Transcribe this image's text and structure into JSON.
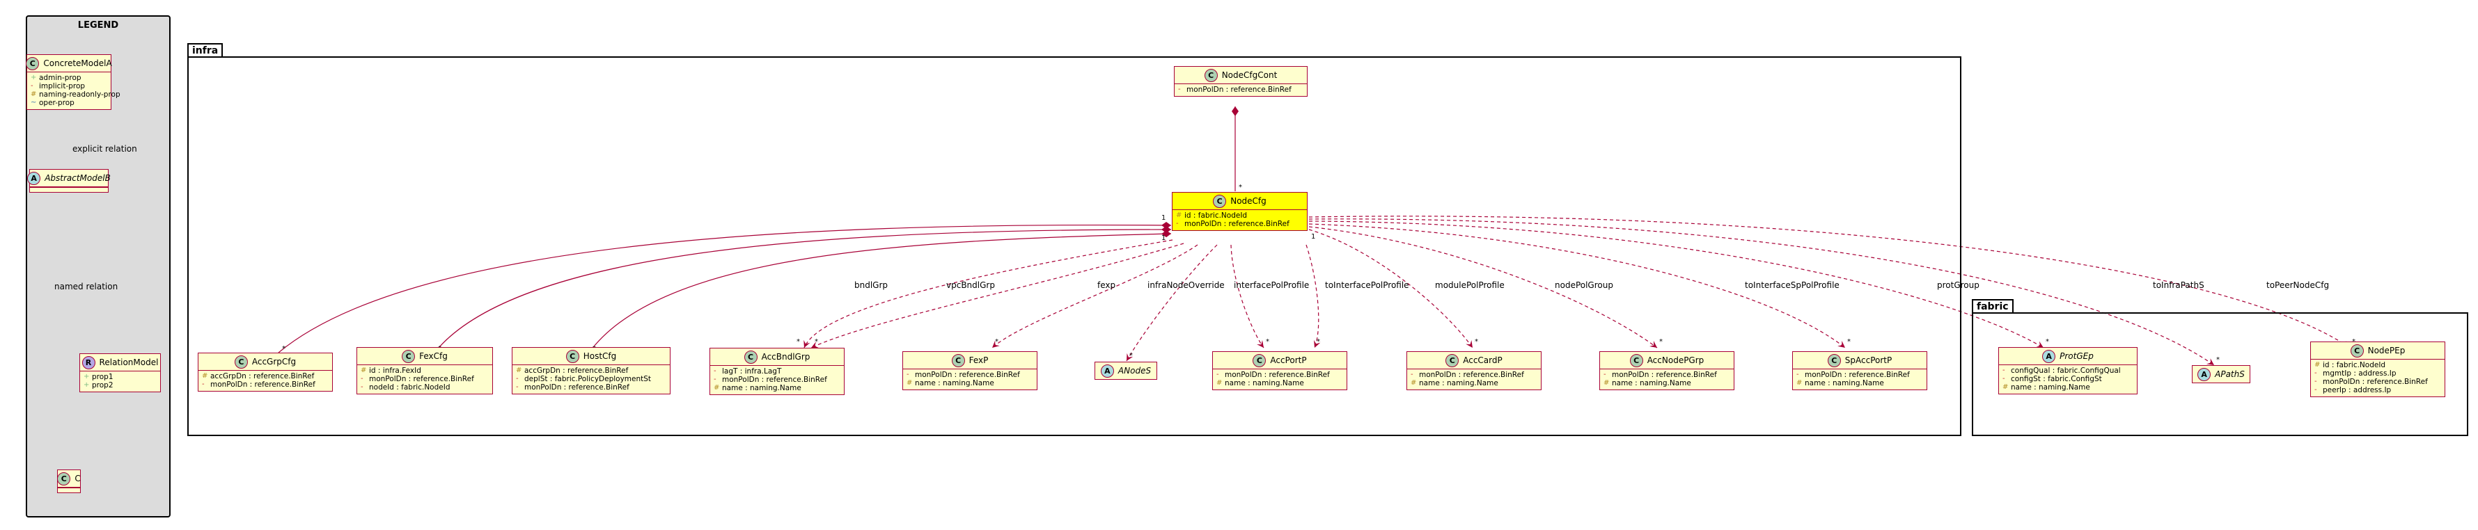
{
  "legend": {
    "title": "LEGEND",
    "concrete": {
      "name": "ConcreteModelA",
      "attrs": [
        {
          "vis": "+",
          "text": "admin-prop"
        },
        {
          "vis": "-",
          "text": "implicit-prop"
        },
        {
          "vis": "#",
          "text": "naming-readonly-prop"
        },
        {
          "vis": "~",
          "text": "oper-prop"
        }
      ]
    },
    "abstract": {
      "name": "AbstractModelB"
    },
    "relation": {
      "name": "RelationModel",
      "attrs": [
        {
          "vis": "+",
          "text": "prop1"
        },
        {
          "vis": "+",
          "text": "prop2"
        }
      ]
    },
    "c": {
      "name": "C"
    },
    "explicit_label": "explicit relation",
    "named_label": "named relation"
  },
  "packages": {
    "infra": "infra",
    "fabric": "fabric"
  },
  "classes": {
    "nodecfgcont": {
      "name": "NodeCfgCont",
      "attrs": [
        {
          "vis": "-",
          "text": "monPolDn : reference.BinRef"
        }
      ]
    },
    "nodecfg": {
      "name": "NodeCfg",
      "attrs": [
        {
          "vis": "#",
          "text": "id : fabric.NodeId"
        },
        {
          "vis": "-",
          "text": "monPolDn : reference.BinRef"
        }
      ]
    },
    "accgrpcfg": {
      "name": "AccGrpCfg",
      "attrs": [
        {
          "vis": "#",
          "text": "accGrpDn : reference.BinRef"
        },
        {
          "vis": "-",
          "text": "monPolDn : reference.BinRef"
        }
      ]
    },
    "fexcfg": {
      "name": "FexCfg",
      "attrs": [
        {
          "vis": "#",
          "text": "id : infra.FexId"
        },
        {
          "vis": "-",
          "text": "monPolDn : reference.BinRef"
        },
        {
          "vis": "-",
          "text": "nodeId : fabric.NodeId"
        }
      ]
    },
    "hostcfg": {
      "name": "HostCfg",
      "attrs": [
        {
          "vis": "#",
          "text": "accGrpDn : reference.BinRef"
        },
        {
          "vis": "-",
          "text": "deplSt : fabric.PolicyDeploymentSt"
        },
        {
          "vis": "-",
          "text": "monPolDn : reference.BinRef"
        }
      ]
    },
    "accbndlgrp": {
      "name": "AccBndlGrp",
      "attrs": [
        {
          "vis": "-",
          "text": "lagT : infra.LagT"
        },
        {
          "vis": "-",
          "text": "monPolDn : reference.BinRef"
        },
        {
          "vis": "#",
          "text": "name : naming.Name"
        }
      ]
    },
    "fexp": {
      "name": "FexP",
      "attrs": [
        {
          "vis": "-",
          "text": "monPolDn : reference.BinRef"
        },
        {
          "vis": "#",
          "text": "name : naming.Name"
        }
      ]
    },
    "anodes": {
      "name": "ANodeS"
    },
    "accportp": {
      "name": "AccPortP",
      "attrs": [
        {
          "vis": "-",
          "text": "monPolDn : reference.BinRef"
        },
        {
          "vis": "#",
          "text": "name : naming.Name"
        }
      ]
    },
    "acccardp": {
      "name": "AccCardP",
      "attrs": [
        {
          "vis": "-",
          "text": "monPolDn : reference.BinRef"
        },
        {
          "vis": "#",
          "text": "name : naming.Name"
        }
      ]
    },
    "accnodepgrp": {
      "name": "AccNodePGrp",
      "attrs": [
        {
          "vis": "-",
          "text": "monPolDn : reference.BinRef"
        },
        {
          "vis": "#",
          "text": "name : naming.Name"
        }
      ]
    },
    "spaccportp": {
      "name": "SpAccPortP",
      "attrs": [
        {
          "vis": "-",
          "text": "monPolDn : reference.BinRef"
        },
        {
          "vis": "#",
          "text": "name : naming.Name"
        }
      ]
    },
    "protgep": {
      "name": "ProtGEp",
      "attrs": [
        {
          "vis": "-",
          "text": "configQual : fabric.ConfigQual"
        },
        {
          "vis": "-",
          "text": "configSt : fabric.ConfigSt"
        },
        {
          "vis": "#",
          "text": "name : naming.Name"
        }
      ]
    },
    "apaths": {
      "name": "APathS"
    },
    "nodepep": {
      "name": "NodePEp",
      "attrs": [
        {
          "vis": "#",
          "text": "id : fabric.NodeId"
        },
        {
          "vis": "-",
          "text": "mgmtIp : address.Ip"
        },
        {
          "vis": "-",
          "text": "monPolDn : reference.BinRef"
        },
        {
          "vis": "-",
          "text": "peerIp : address.Ip"
        }
      ]
    }
  },
  "edges": {
    "bndlgrp": "bndlGrp",
    "vpcbndlgrp": "vpcBndlGrp",
    "fexp": "fexp",
    "infranodeoverride": "infraNodeOverride",
    "interfacepolprofile": "interfacePolProfile",
    "tointerfacepolprofile": "toInterfacePolProfile",
    "modulepolprofile": "modulePolProfile",
    "nodepolgroup": "nodePolGroup",
    "tointerfacesppolprofile": "toInterfaceSpPolProfile",
    "protgroup": "protGroup",
    "toinfrapaths": "toInfraPathS",
    "topeernodecfg": "toPeerNodeCfg",
    "mult_one": "1",
    "mult_many": "*"
  },
  "colors": {
    "border": "#a80036",
    "class_fill": "#fefece",
    "highlight": "#ffff00",
    "legend_bg": "#dcdcdc"
  }
}
